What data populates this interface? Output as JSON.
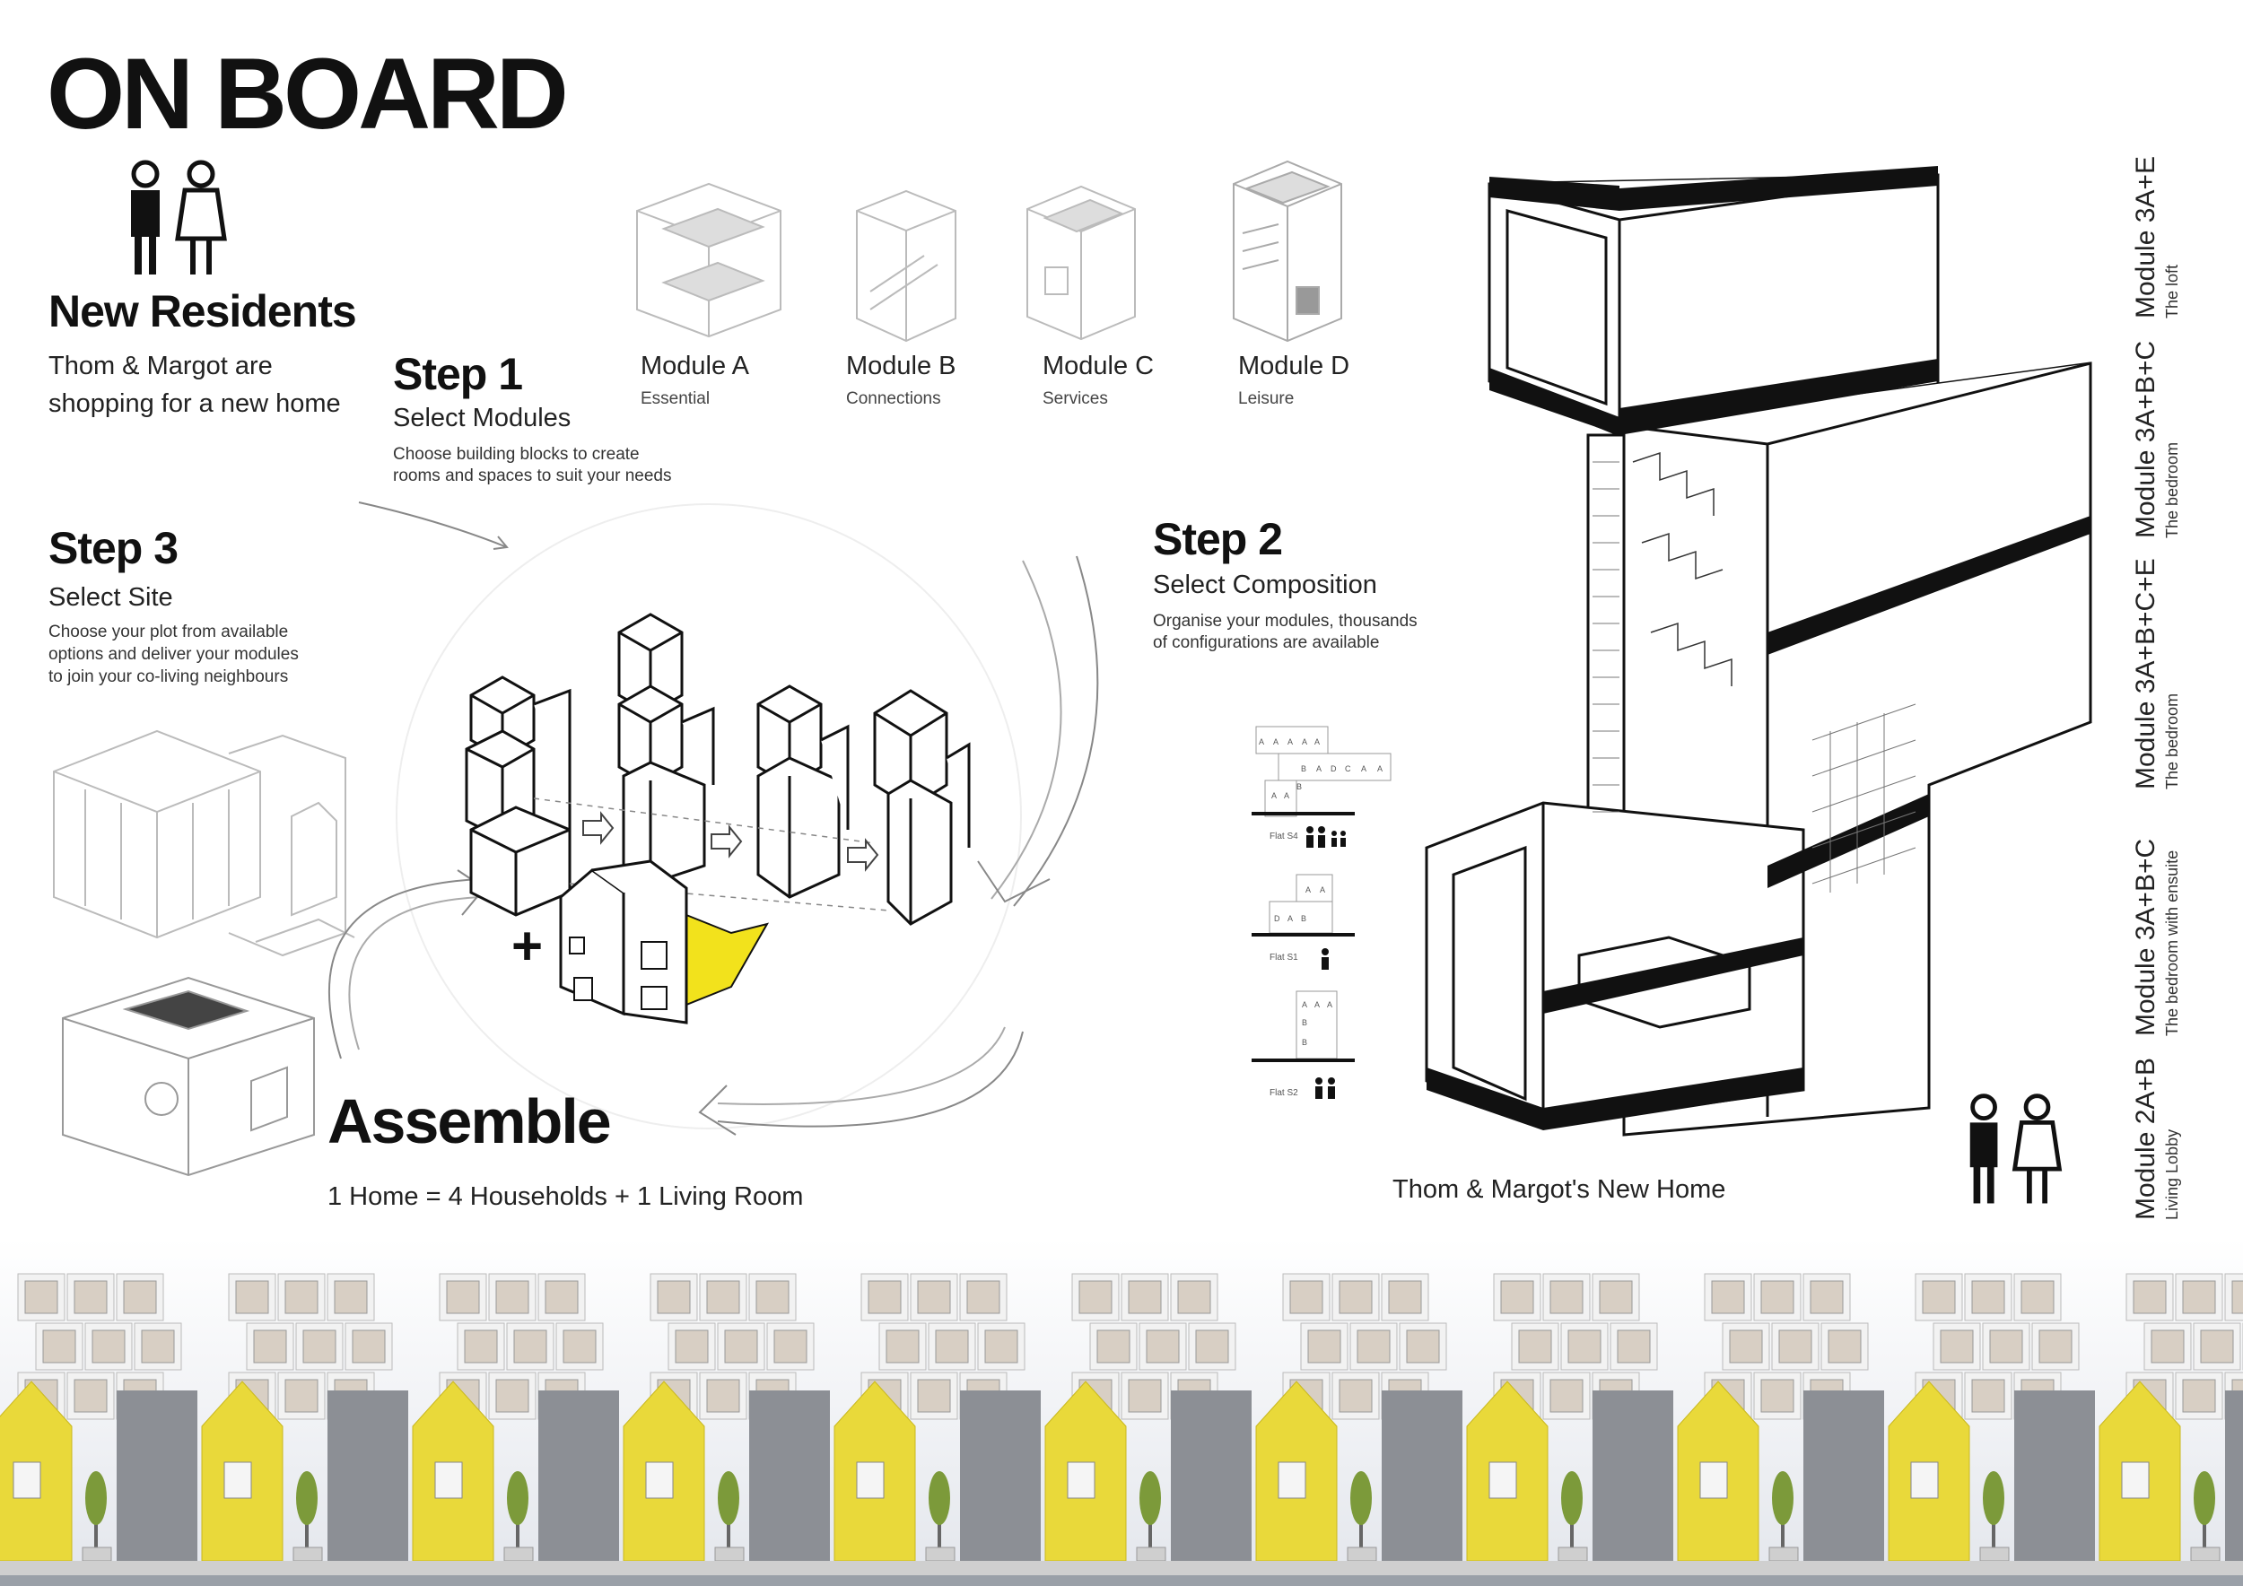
{
  "title": "ON BOARD",
  "residents": {
    "heading": "New Residents",
    "line1": "Thom & Margot are",
    "line2": "shopping for a new home"
  },
  "step1": {
    "heading": "Step 1",
    "subtitle": "Select Modules",
    "desc1": "Choose building blocks to create",
    "desc2": "rooms and spaces to suit your needs"
  },
  "modules": [
    {
      "title": "Module A",
      "subtitle": "Essential"
    },
    {
      "title": "Module B",
      "subtitle": "Connections"
    },
    {
      "title": "Module C",
      "subtitle": "Services"
    },
    {
      "title": "Module D",
      "subtitle": "Leisure"
    }
  ],
  "step2": {
    "heading": "Step 2",
    "subtitle": "Select Composition",
    "desc1": "Organise your modules, thousands",
    "desc2": "of configurations  are available"
  },
  "step3": {
    "heading": "Step 3",
    "subtitle": "Select Site",
    "desc1": "Choose your plot from available",
    "desc2": "options and deliver your modules",
    "desc3": "to join your co-living neighbours"
  },
  "assemble": {
    "heading": "Assemble",
    "formula": "1 Home = 4 Households + 1 Living Room"
  },
  "flats": [
    {
      "label": "Flat S4",
      "grid_letters": [
        "A",
        "A",
        "A",
        "A",
        "A",
        "B",
        "A",
        "D",
        "C",
        "A",
        "A",
        "A",
        "A",
        "B"
      ]
    },
    {
      "label": "Flat S1",
      "grid_letters": [
        "A",
        "A",
        "D",
        "A",
        "B"
      ]
    },
    {
      "label": "Flat S2",
      "grid_letters": [
        "A",
        "A",
        "A",
        "B",
        "B"
      ]
    }
  ],
  "new_home_caption": "Thom & Margot's New Home",
  "section_labels": [
    {
      "module": "Module 3A+E",
      "room": "The loft"
    },
    {
      "module": "Module 3A+B+C",
      "room": "The bedroom"
    },
    {
      "module": "Module 3A+B+C+E",
      "room": "The bedroom"
    },
    {
      "module": "Module 3A+B+C",
      "room": "The bedroom with ensuite"
    },
    {
      "module": "Module 2A+B",
      "room": "Living Lobby"
    }
  ],
  "colors": {
    "accent_yellow": "#f2e21c",
    "ink": "#111111",
    "house_yellow": "#e9d93a"
  }
}
